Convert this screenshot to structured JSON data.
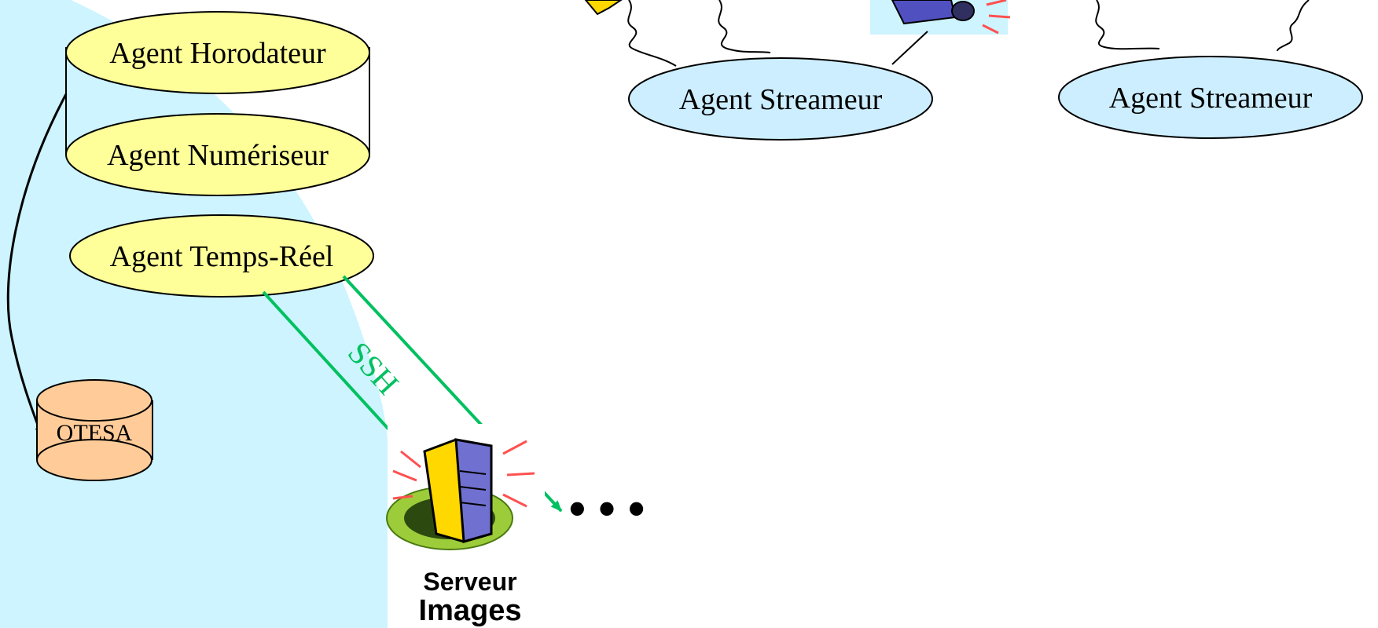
{
  "agents": {
    "horodateur": "Agent Horodateur",
    "numeriseur": "Agent Numériseur",
    "temps_reel": "Agent Temps-Réel",
    "streameur_1": "Agent Streameur",
    "streameur_2": "Agent Streameur"
  },
  "database": {
    "label": "OTESA"
  },
  "link": {
    "protocol": "SSH"
  },
  "server": {
    "label_line1": "Serveur",
    "label_line2": "Images"
  },
  "continuation": "• • •",
  "colors": {
    "background_zone": "#cdf4ff",
    "agent_yellow": "#ffff99",
    "agent_blue": "#cdeeff",
    "database_orange": "#ffcc99",
    "ssh_green": "#00c060"
  },
  "icons": [
    "camera-icon",
    "flash-icon",
    "server-icon",
    "signal-wave-icon"
  ]
}
